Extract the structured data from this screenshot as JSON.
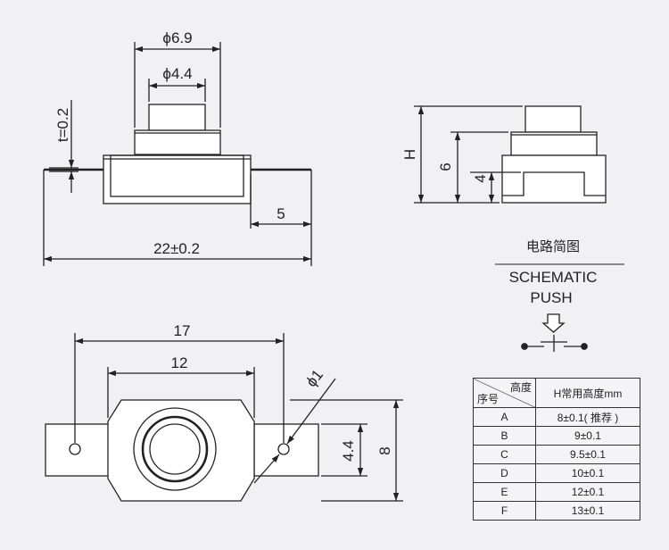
{
  "dims": {
    "phi_outer": "ϕ6.9",
    "phi_inner": "ϕ4.4",
    "thickness": "t=0.2",
    "tab_length": "5",
    "total_length": "22±0.2",
    "height_h": "H",
    "height_6": "6",
    "height_4": "4",
    "span_17": "17",
    "span_12": "12",
    "hole_phi": "ϕ1",
    "width_44": "4.4",
    "width_8": "8"
  },
  "schematic": {
    "title_cn": "电路简图",
    "title_en": "SCHEMATIC",
    "subtitle": "PUSH"
  },
  "table": {
    "header_top": "高度",
    "header_bottom": "序号",
    "header_col2": "H常用高度mm",
    "rows": [
      {
        "id": "A",
        "h": "8±0.1( 推荐 )"
      },
      {
        "id": "B",
        "h": "9±0.1"
      },
      {
        "id": "C",
        "h": "9.5±0.1"
      },
      {
        "id": "D",
        "h": "10±0.1"
      },
      {
        "id": "E",
        "h": "12±0.1"
      },
      {
        "id": "F",
        "h": "13±0.1"
      }
    ]
  }
}
